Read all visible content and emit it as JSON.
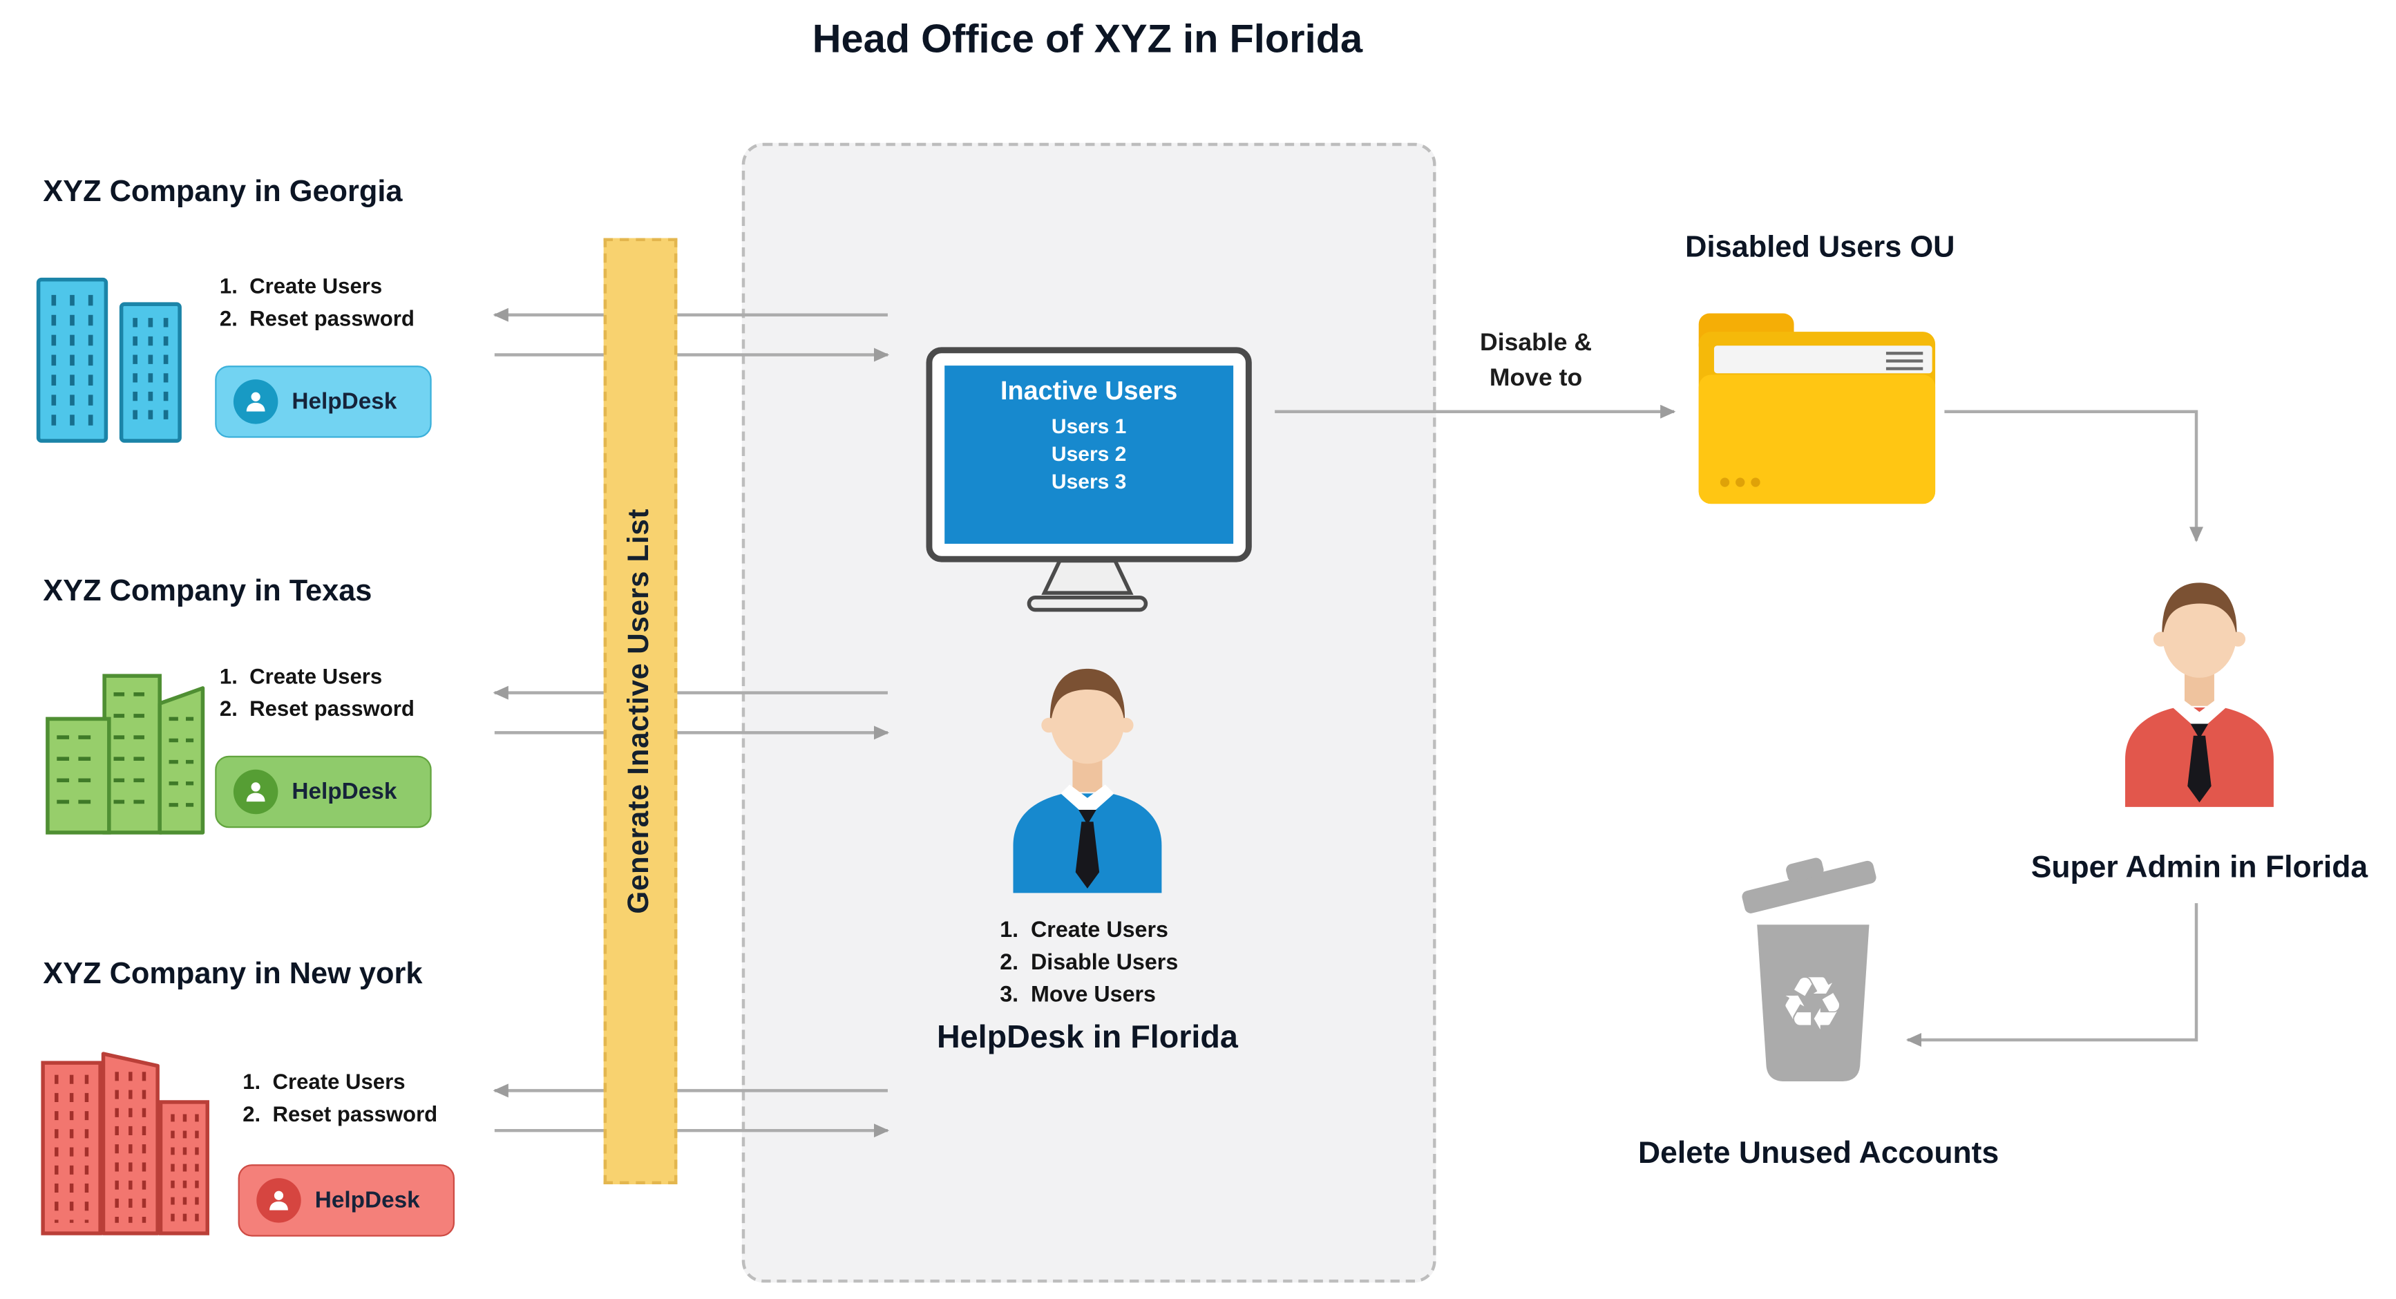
{
  "title": "Head Office of XYZ in Florida",
  "offices": [
    {
      "name": "XYZ Company in Georgia",
      "tasks": [
        "1.  Create Users",
        "2.  Reset password"
      ],
      "helpdesk": "HelpDesk"
    },
    {
      "name": "XYZ Company in Texas",
      "tasks": [
        "1.  Create Users",
        "2.  Reset password"
      ],
      "helpdesk": "HelpDesk"
    },
    {
      "name": "XYZ Company in New york",
      "tasks": [
        "1.  Create Users",
        "2.  Reset password"
      ],
      "helpdesk": "HelpDesk"
    }
  ],
  "generator_bar": {
    "label": "Generate Inactive Users List"
  },
  "center": {
    "monitor": {
      "title": "Inactive Users",
      "items": [
        "Users 1",
        "Users 2",
        "Users 3"
      ]
    },
    "tasks": [
      "1.  Create Users",
      "2.  Disable Users",
      "3.  Move Users"
    ],
    "label": "HelpDesk in Florida"
  },
  "flow": {
    "disable_move_line1": "Disable &",
    "disable_move_line2": "Move to",
    "disabled_ou": "Disabled Users OU",
    "super_admin": "Super Admin in Florida",
    "delete_accounts": "Delete Unused Accounts"
  },
  "icons": {
    "recycle": "♻"
  },
  "colors": {
    "georgia_accent": "#4EC6EA",
    "texas_accent": "#97CE6B",
    "newyork_accent": "#F2766F",
    "generator_bar": "#F8D26F",
    "monitor_screen": "#1789CE",
    "helpdesk_shirt": "#1789CE",
    "folder": "#FFC20E",
    "super_admin_shirt": "#E2574C",
    "trash": "#ABABAB",
    "arrow": "#ACACAC"
  }
}
